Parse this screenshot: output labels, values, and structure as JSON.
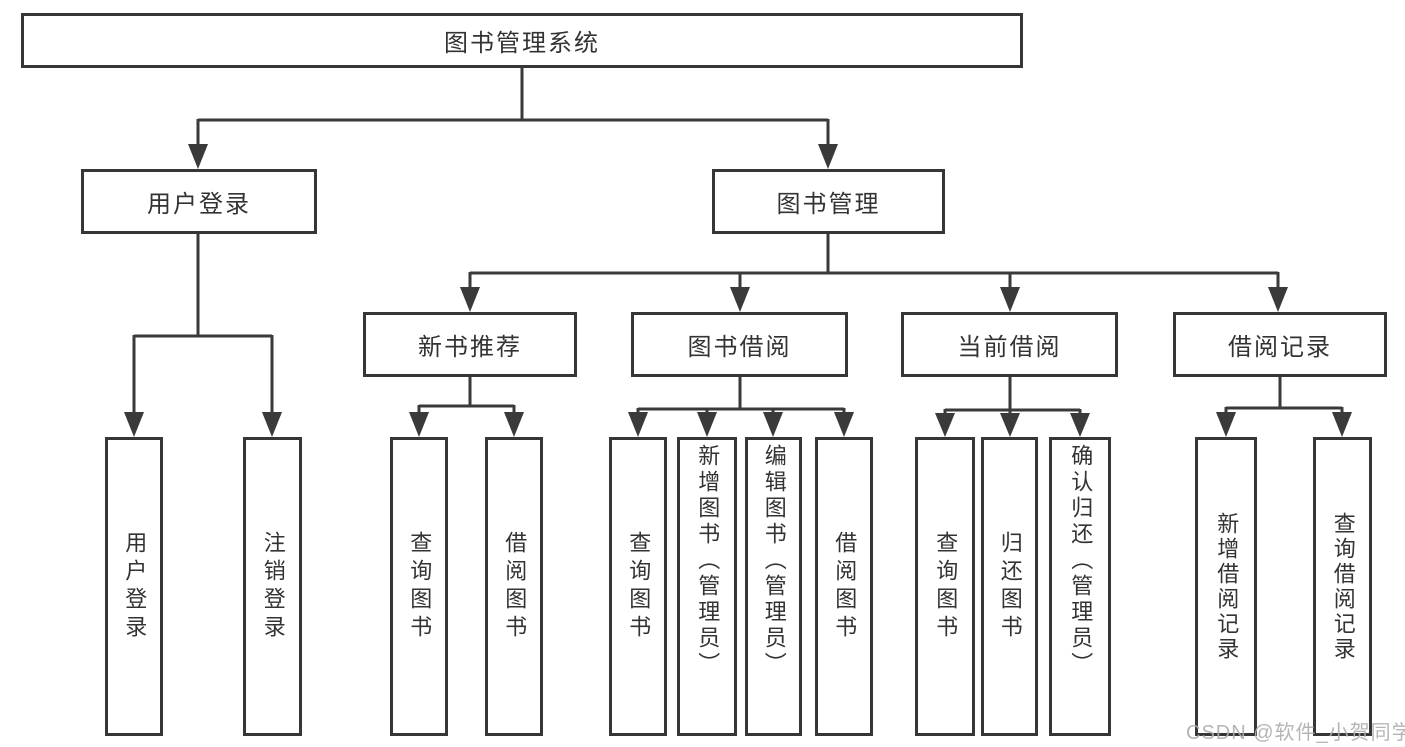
{
  "diagram": {
    "type": "hierarchy-tree",
    "title": "图书管理系统",
    "line_color": "#3a3a3a",
    "box_border_color": "#363636",
    "box_fill_color": "#ffffff",
    "text_color": "#333333",
    "background_color": "#ffffff"
  },
  "nodes": {
    "root": {
      "label": "图书管理系统"
    },
    "user_login": {
      "label": "用户登录"
    },
    "book_management": {
      "label": "图书管理"
    },
    "new_book_recommend": {
      "label": "新书推荐"
    },
    "book_borrow": {
      "label": "图书借阅"
    },
    "current_borrow": {
      "label": "当前借阅"
    },
    "borrow_records": {
      "label": "借阅记录"
    },
    "leaf_user_login": {
      "label": "用户登录"
    },
    "leaf_logout": {
      "label": "注销登录"
    },
    "leaf_query_books_1": {
      "label": "查询图书"
    },
    "leaf_borrow_books_1": {
      "label": "借阅图书"
    },
    "leaf_query_books_2": {
      "label": "查询图书"
    },
    "leaf_add_book_admin": {
      "label": "新增图书（管理员）"
    },
    "leaf_edit_book_admin": {
      "label": "编辑图书（管理员）"
    },
    "leaf_borrow_books_2": {
      "label": "借阅图书"
    },
    "leaf_query_books_3": {
      "label": "查询图书"
    },
    "leaf_return_books": {
      "label": "归还图书"
    },
    "leaf_confirm_return_admin": {
      "label": "确认归还（管理员）"
    },
    "leaf_add_borrow_record": {
      "label": "新增借阅记录"
    },
    "leaf_query_borrow_record": {
      "label": "查询借阅记录"
    }
  },
  "hierarchy": {
    "图书管理系统": {
      "用户登录": [
        "用户登录",
        "注销登录"
      ],
      "图书管理": {
        "新书推荐": [
          "查询图书",
          "借阅图书"
        ],
        "图书借阅": [
          "查询图书",
          "新增图书（管理员）",
          "编辑图书（管理员）",
          "借阅图书"
        ],
        "当前借阅": [
          "查询图书",
          "归还图书",
          "确认归还（管理员）"
        ],
        "借阅记录": [
          "新增借阅记录",
          "查询借阅记录"
        ]
      }
    }
  },
  "watermark": {
    "text": "CSDN @软件_小贺同学"
  }
}
